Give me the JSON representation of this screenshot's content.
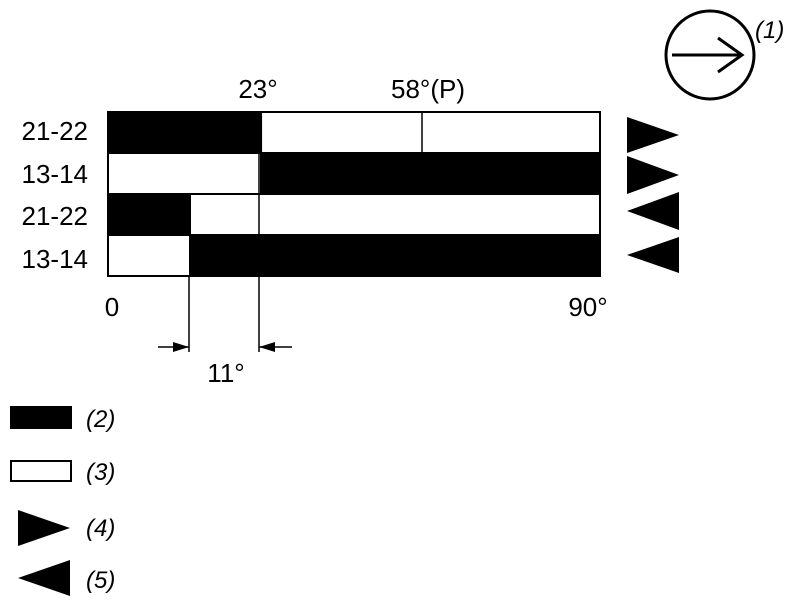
{
  "colors": {
    "contact_closed": "#000000",
    "contact_open": "#ffffff",
    "stroke": "#000000"
  },
  "icons": {
    "rotation": "clockwise-arrow-circle-icon",
    "forward": "right-triangle-icon",
    "backward": "left-triangle-icon"
  },
  "diagram": {
    "scale_min": 0,
    "scale_max": 90,
    "scale_min_label": "0",
    "scale_max_label": "90°",
    "top_marks": [
      {
        "value": 23,
        "label": "23°"
      },
      {
        "value": 58,
        "label": "58°(P)"
      }
    ],
    "dimension": {
      "from": 15,
      "to": 28,
      "label": "11°"
    },
    "rotation_callout": "(1)",
    "rows": [
      {
        "label": "21-22",
        "segments": [
          {
            "from": 0,
            "to": 28,
            "state": "closed"
          },
          {
            "from": 28,
            "to": 90,
            "state": "open"
          }
        ],
        "direction": "forward"
      },
      {
        "label": "13-14",
        "segments": [
          {
            "from": 0,
            "to": 28,
            "state": "open"
          },
          {
            "from": 28,
            "to": 90,
            "state": "closed"
          }
        ],
        "direction": "forward"
      },
      {
        "label": "21-22",
        "segments": [
          {
            "from": 0,
            "to": 15,
            "state": "closed"
          },
          {
            "from": 15,
            "to": 90,
            "state": "open"
          }
        ],
        "direction": "backward"
      },
      {
        "label": "13-14",
        "segments": [
          {
            "from": 0,
            "to": 15,
            "state": "open"
          },
          {
            "from": 15,
            "to": 90,
            "state": "closed"
          }
        ],
        "direction": "backward"
      }
    ]
  },
  "legend": [
    {
      "symbol": "closed",
      "label": "(2)"
    },
    {
      "symbol": "open",
      "label": "(3)"
    },
    {
      "symbol": "forward",
      "label": "(4)"
    },
    {
      "symbol": "backward",
      "label": "(5)"
    }
  ]
}
